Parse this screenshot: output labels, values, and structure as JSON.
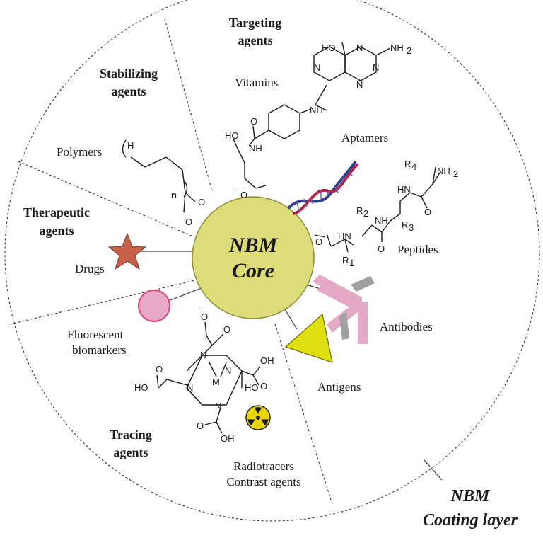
{
  "core": {
    "line1": "NBM",
    "line2": "Core",
    "color": "#dcdc7a"
  },
  "coating": {
    "line1": "NBM",
    "line2": "Coating layer"
  },
  "sections": {
    "targeting": {
      "line1": "Targeting",
      "line2": "agents"
    },
    "stabilizing": {
      "line1": "Stabilizing",
      "line2": "agents"
    },
    "therapeutic": {
      "line1": "Therapeutic",
      "line2": "agents"
    },
    "tracing": {
      "line1": "Tracing",
      "line2": "agents"
    }
  },
  "labels": {
    "vitamins": "Vitamins",
    "aptamers": "Aptamers",
    "peptides": "Peptides",
    "antibodies": "Antibodies",
    "antigens": "Antigens",
    "polymers": "Polymers",
    "drugs": "Drugs",
    "fluorescent_line1": "Fluorescent",
    "fluorescent_line2": "biomarkers",
    "radio_line1": "Radiotracers",
    "radio_line2": "Contrast agents"
  },
  "chem": {
    "HO": "HO",
    "NH2": "NH",
    "N": "N",
    "NH": "NH",
    "HN": "HN",
    "OH": "OH",
    "HOOC": "HO",
    "O": "O",
    "Ominus": "O",
    "minus": "-",
    "H": "H",
    "n": "n",
    "R1": "R",
    "R2": "R",
    "R3": "R",
    "R4": "R",
    "sub1": "1",
    "sub2": "2",
    "sub3": "3",
    "sub4": "4",
    "sub2b": "2",
    "M": "M"
  },
  "colors": {
    "drug_star": "#c8614a",
    "fluor_circle": "#e9a9c6",
    "fluor_border": "#d9467e",
    "antibody": "#e4a9c7",
    "antibody_light": "#9a9a9a",
    "antigen": "#dede10",
    "dna_blue": "#2a3f8f",
    "dna_red": "#b0234a",
    "radiation": "#e8d700"
  }
}
